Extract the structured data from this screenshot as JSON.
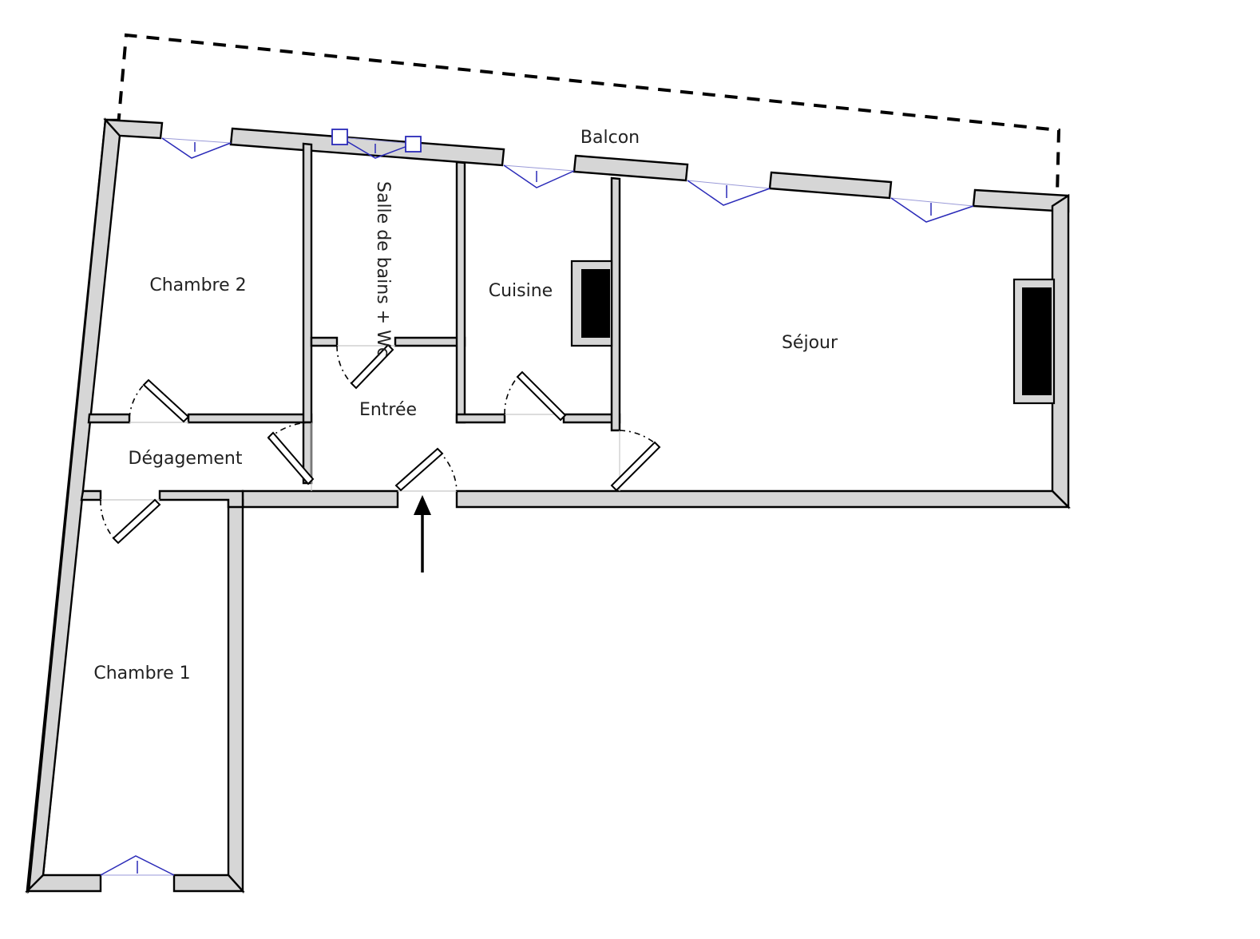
{
  "rooms": {
    "balcon": "Balcon",
    "salle_de_bains": "Salle de bains + Wc",
    "chambre_2": "Chambre 2",
    "cuisine": "Cuisine",
    "sejour": "Séjour",
    "entree": "Entrée",
    "degagement": "Dégagement",
    "chambre_1": "Chambre 1"
  },
  "colors": {
    "wall_fill": "#d6d6d6",
    "window_stroke": "#2a2ab8"
  }
}
